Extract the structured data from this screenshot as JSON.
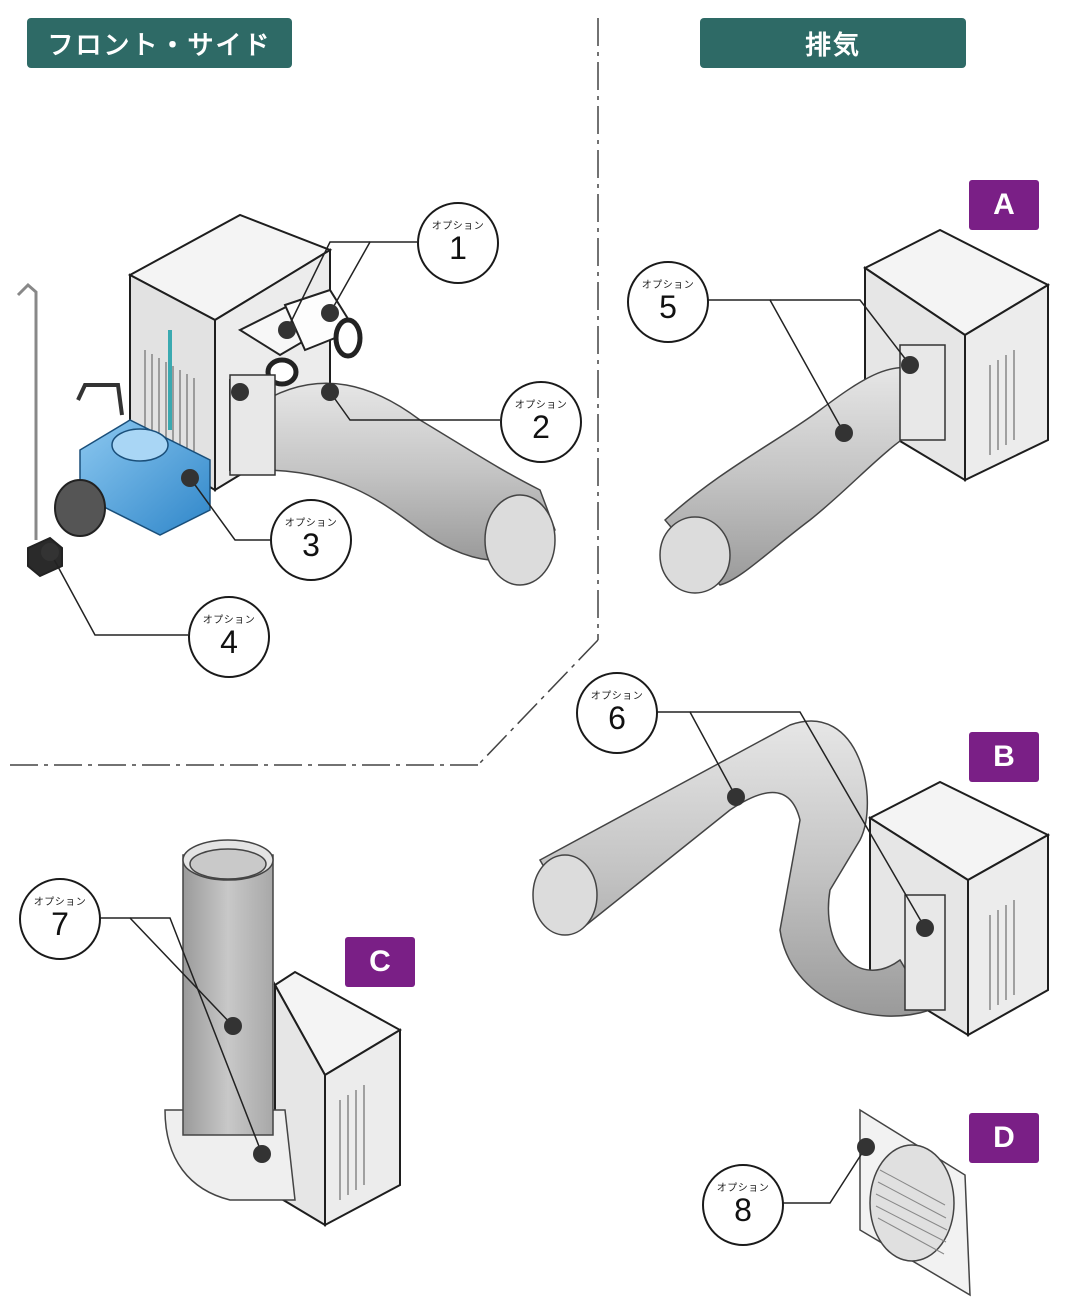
{
  "sections": {
    "front_side": "フロント・サイド",
    "exhaust": "排気"
  },
  "badges": {
    "a": "A",
    "b": "B",
    "c": "C",
    "d": "D"
  },
  "callouts": [
    {
      "label": "オプション",
      "num": "1"
    },
    {
      "label": "オプション",
      "num": "2"
    },
    {
      "label": "オプション",
      "num": "3"
    },
    {
      "label": "オプション",
      "num": "4"
    },
    {
      "label": "オプション",
      "num": "5"
    },
    {
      "label": "オプション",
      "num": "6"
    },
    {
      "label": "オプション",
      "num": "7"
    },
    {
      "label": "オプション",
      "num": "8"
    }
  ],
  "colors": {
    "header": "#2e6a66",
    "badge": "#7a1f86",
    "duct": "#c8c8c8",
    "tank": "#4da3e0",
    "frame": "#2a2a2a"
  }
}
